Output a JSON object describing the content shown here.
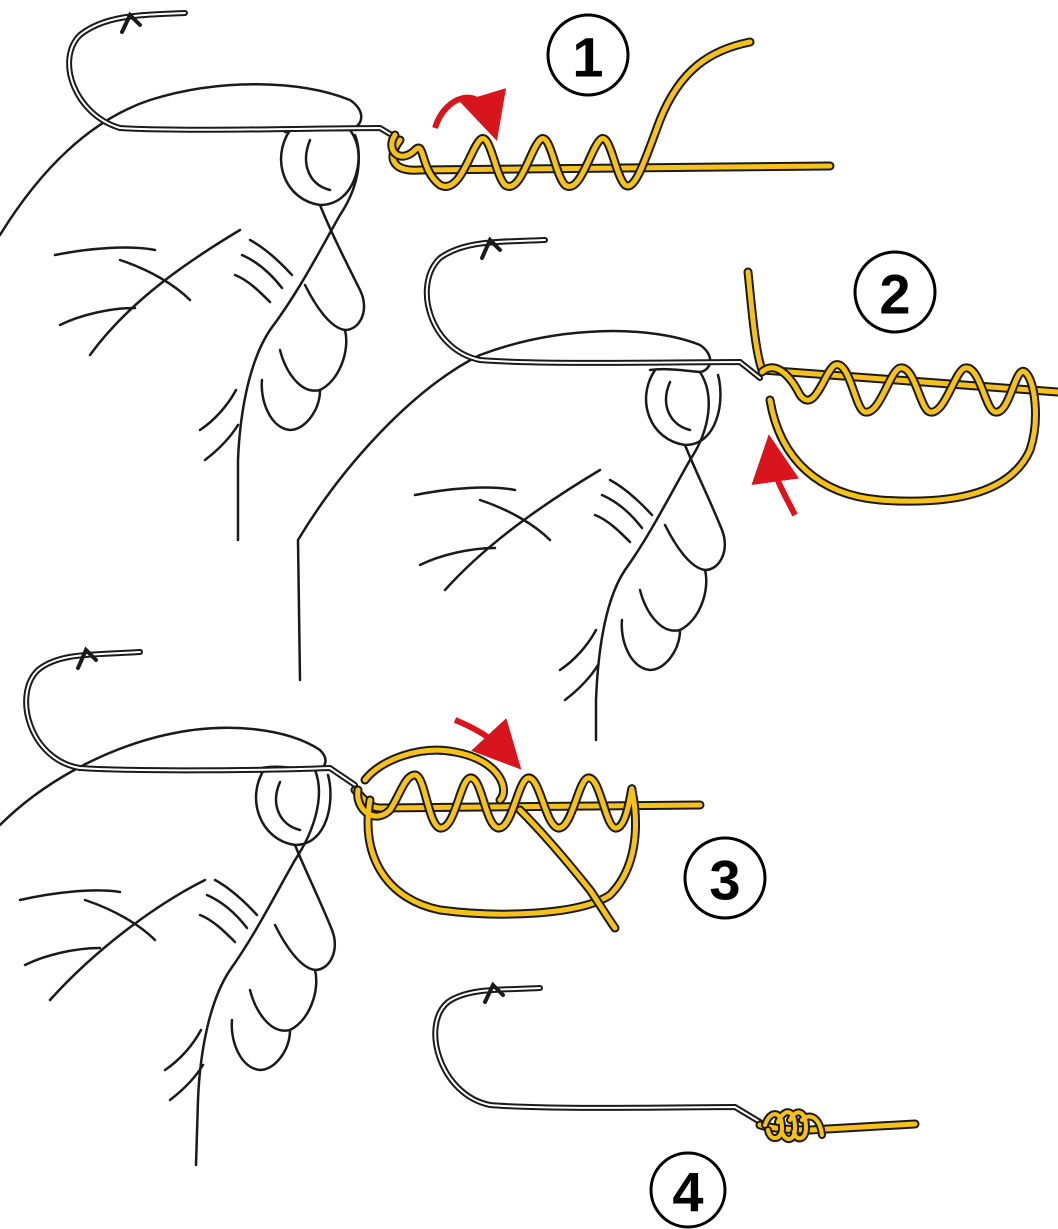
{
  "diagram": {
    "steps": [
      {
        "number": "1"
      },
      {
        "number": "2"
      },
      {
        "number": "3"
      },
      {
        "number": "4"
      }
    ],
    "colors": {
      "line": "#f6c21a",
      "line_outline": "#1a1a1a",
      "hook": "#1a1a1a",
      "arrow": "#d8141c",
      "hand_stroke": "#1a1a1a",
      "background": "#ffffff"
    }
  }
}
